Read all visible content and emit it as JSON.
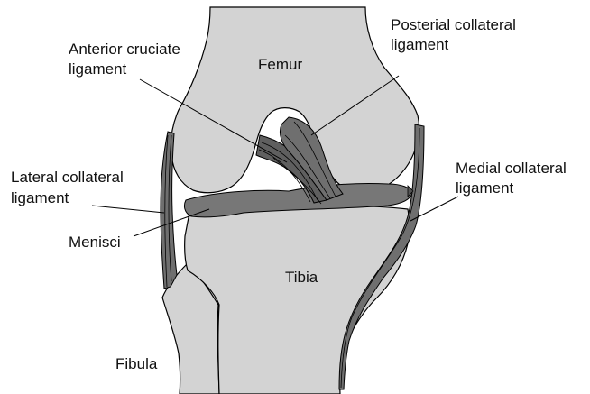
{
  "labels": {
    "femur": "Femur",
    "tibia": "Tibia",
    "fibula": "Fibula",
    "menisci": "Menisci",
    "anterior_cruciate": [
      "Anterior cruciate",
      "ligament"
    ],
    "posterior_collateral": [
      "Posterial collateral",
      "ligament"
    ],
    "lateral_collateral": [
      "Lateral collateral",
      "ligament"
    ],
    "medial_collateral": [
      "Medial collateral",
      "ligament"
    ]
  },
  "colors": {
    "bone": "#d3d3d3",
    "ligament": "#6f6f6f",
    "ligament_dark": "#555555",
    "meniscus": "#777777",
    "outline": "#000000",
    "background": "#ffffff"
  }
}
